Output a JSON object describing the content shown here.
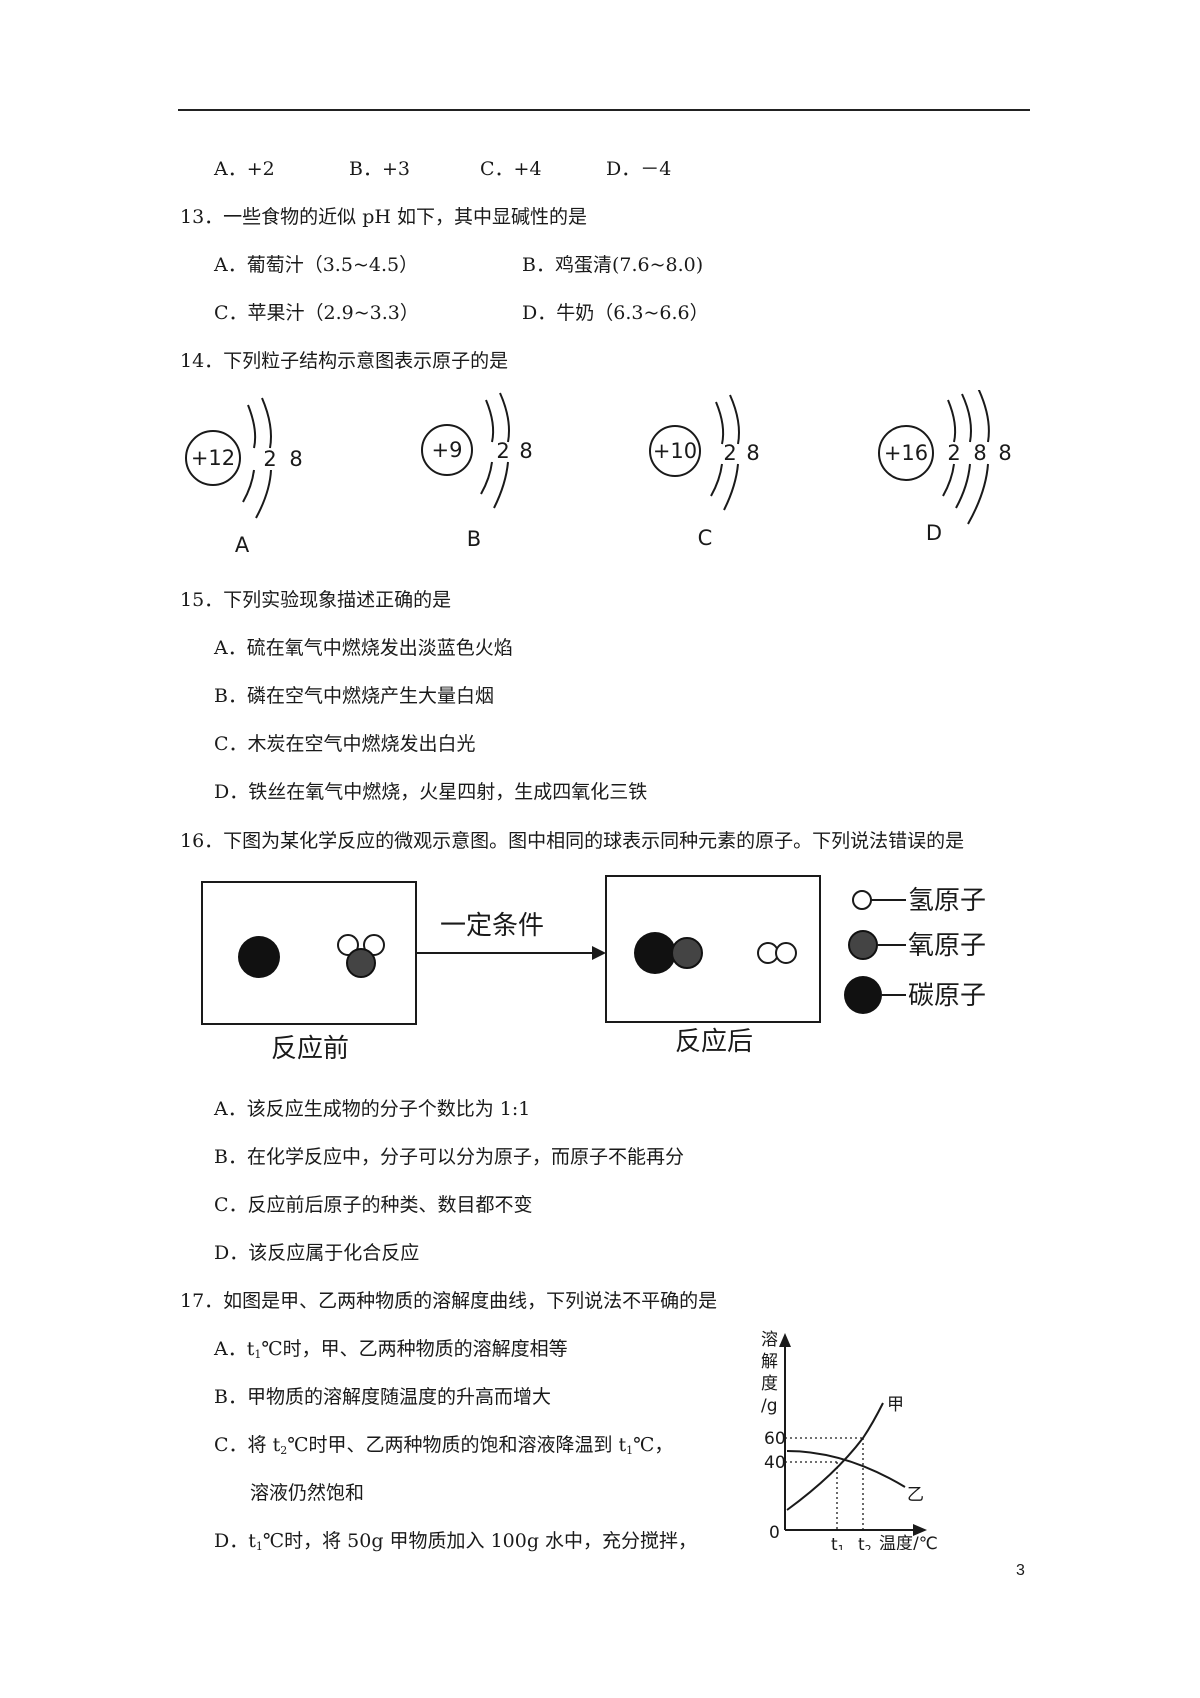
{
  "page_number": "3",
  "q12_options": [
    "A．+2",
    "B．+3",
    "C．+4",
    "D．－4"
  ],
  "q13": {
    "stem": "13．一些食物的近似 pH 如下，其中显碱性的是",
    "options": [
      "A．葡萄汁（3.5~4.5）",
      "B．鸡蛋清(7.6~8.0)",
      "C．苹果汁（2.9~3.3）",
      "D．牛奶（6.3~6.6）"
    ]
  },
  "q14": {
    "stem": "14．下列粒子结构示意图表示原子的是",
    "diagrams": [
      {
        "nucleus": "+12",
        "shells": [
          "2",
          "8"
        ],
        "label": "A"
      },
      {
        "nucleus": "+9",
        "shells": [
          "2",
          "8"
        ],
        "label": "B"
      },
      {
        "nucleus": "+10",
        "shells": [
          "2",
          "8"
        ],
        "label": "C"
      },
      {
        "nucleus": "+16",
        "shells": [
          "2",
          "8",
          "8"
        ],
        "label": "D"
      }
    ]
  },
  "q15": {
    "stem": "15．下列实验现象描述正确的是",
    "options": [
      "A．硫在氧气中燃烧发出淡蓝色火焰",
      "B．磷在空气中燃烧产生大量白烟",
      "C．木炭在空气中燃烧发出白光",
      "D．铁丝在氧气中燃烧，火星四射，生成四氧化三铁"
    ]
  },
  "q16": {
    "stem": "16．下图为某化学反应的微观示意图。图中相同的球表示同种元素的原子。下列说法错误的是",
    "diagram": {
      "before_label": "反应前",
      "after_label": "反应后",
      "arrow_label": "一定条件",
      "legend": [
        "氢原子",
        "氧原子",
        "碳原子"
      ]
    },
    "options": [
      "A．该反应生成物的分子个数比为 1:1",
      "B．在化学反应中，分子可以分为原子，而原子不能再分",
      "C．反应前后原子的种类、数目都不变",
      "D．该反应属于化合反应"
    ]
  },
  "q17": {
    "stem": "17．如图是甲、乙两种物质的溶解度曲线，下列说法不平确的是",
    "optionA": {
      "prefix": "A．t",
      "sub": "1",
      "suffix": "℃时，甲、乙两种物质的溶解度相等"
    },
    "optionB": "B．甲物质的溶解度随温度的升高而增大",
    "optionC": {
      "prefix": "C．将 t",
      "sub1": "2",
      "mid": "℃时甲、乙两种物质的饱和溶液降温到 t",
      "sub2": "1",
      "suffix": "℃，",
      "line2": "溶液仍然饱和"
    },
    "optionD": {
      "prefix": "D．t",
      "sub": "1",
      "suffix": "℃时，将 50g 甲物质加入 100g 水中，充分搅拌，"
    },
    "chart": {
      "ylabel": [
        "溶",
        "解",
        "度",
        "/g"
      ],
      "xlabel": "温度/℃",
      "yticks": [
        "60",
        "40",
        "0"
      ],
      "xticks": [
        {
          "main": "t",
          "sub": "1"
        },
        {
          "main": "t",
          "sub": "2"
        }
      ],
      "series": [
        "甲",
        "乙"
      ]
    }
  }
}
